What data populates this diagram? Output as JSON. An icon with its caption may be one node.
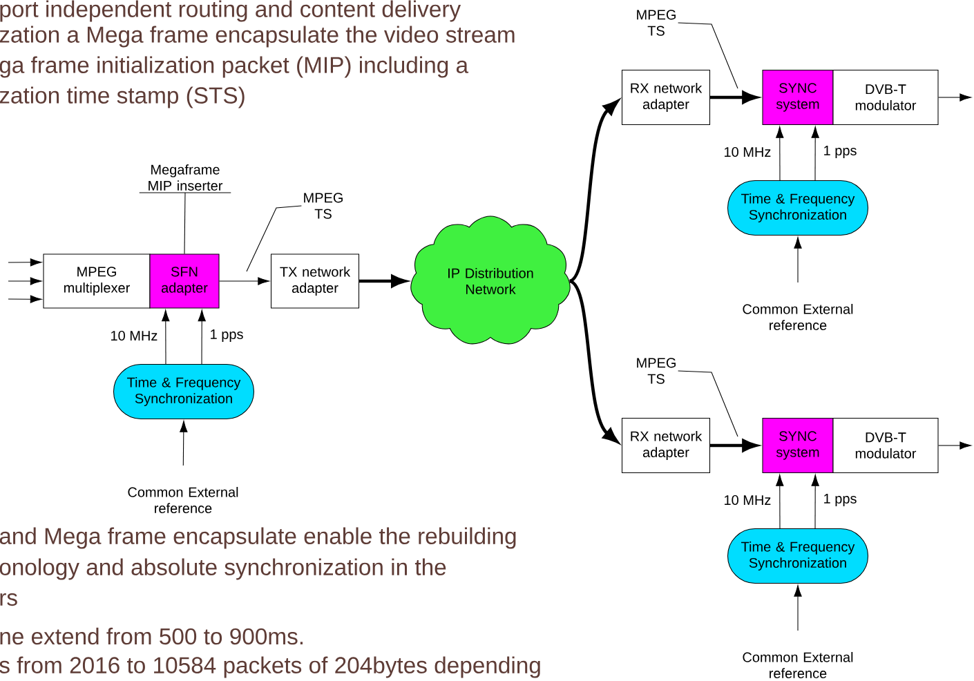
{
  "diagram": {
    "nodes": [
      {
        "text": [
          "MPEG multiplexer"
        ]
      },
      {
        "text": [
          "SFN adapter"
        ]
      },
      {
        "text": [
          "Megaframe MIP inserter"
        ]
      },
      {
        "text": [
          "MPEG TS"
        ]
      },
      {
        "text": [
          "TX network adapter"
        ]
      },
      {
        "text": [
          "IP Distribution Network"
        ]
      },
      {
        "text": [
          "Time & Frequency Synchronization"
        ]
      },
      {
        "text": [
          "Common External reference"
        ]
      },
      {
        "text": [
          "MPEG TS"
        ]
      },
      {
        "text": [
          "RX network adapter"
        ]
      },
      {
        "text": [
          "SYNC system"
        ]
      },
      {
        "text": [
          "DVB-T modulator"
        ]
      },
      {
        "text": [
          "Time & Frequency Synchronization"
        ]
      },
      {
        "text": [
          "Common External reference"
        ]
      },
      {
        "text": [
          "MPEG TS"
        ]
      },
      {
        "text": [
          "RX network adapter"
        ]
      },
      {
        "text": [
          "SYNC system"
        ]
      },
      {
        "text": [
          "DVB-T modulator"
        ]
      },
      {
        "text": [
          "Time & Frequency Synchronization"
        ]
      },
      {
        "text": [
          "Common External reference"
        ]
      }
    ],
    "edges": [
      {
        "from": null,
        "to": 0,
        "arrow": "to"
      },
      {
        "from": null,
        "to": 0,
        "arrow": "to"
      },
      {
        "from": null,
        "to": 0,
        "arrow": "to"
      },
      {
        "from": 2,
        "to": 1,
        "arrow": "none"
      },
      {
        "from": 1,
        "to": 4,
        "arrow": "to"
      },
      {
        "from": 3,
        "to": null,
        "arrow": "none"
      },
      {
        "from": 4,
        "to": 5,
        "arrow": "to",
        "style": "thick"
      },
      {
        "from": 6,
        "to": 1,
        "arrow": "to",
        "label": "10 MHz"
      },
      {
        "from": 6,
        "to": 1,
        "arrow": "to",
        "label": "1 pps"
      },
      {
        "from": 7,
        "to": 6,
        "arrow": "to"
      },
      {
        "from": 5,
        "to": 9,
        "arrow": "to",
        "style": "thick"
      },
      {
        "from": 9,
        "to": 10,
        "arrow": "to",
        "style": "thick"
      },
      {
        "from": 8,
        "to": null,
        "arrow": "none"
      },
      {
        "from": 11,
        "to": null,
        "arrow": "to"
      },
      {
        "from": 12,
        "to": 10,
        "arrow": "to",
        "label": "10 MHz"
      },
      {
        "from": 12,
        "to": 10,
        "arrow": "to",
        "label": "1 pps"
      },
      {
        "from": 13,
        "to": 12,
        "arrow": "to"
      },
      {
        "from": 5,
        "to": 15,
        "arrow": "to",
        "style": "thick"
      },
      {
        "from": 15,
        "to": 16,
        "arrow": "to",
        "style": "thick"
      },
      {
        "from": 14,
        "to": null,
        "arrow": "none"
      },
      {
        "from": 17,
        "to": null,
        "arrow": "to"
      },
      {
        "from": 18,
        "to": 16,
        "arrow": "to",
        "label": "10 MHz"
      },
      {
        "from": 18,
        "to": 16,
        "arrow": "to",
        "label": "1 pps"
      },
      {
        "from": 19,
        "to": 18,
        "arrow": "to"
      }
    ],
    "labels": [
      "port independent routing and content delivery",
      "zation a Mega frame encapsulate the video stream",
      "ga frame initialization packet (MIP) including a",
      "zation time stamp (STS)",
      "and Mega frame encapsulate enable the rebuilding",
      "onology and absolute synchronization in the",
      "rs",
      "ne extend from 500 to 900ms.",
      "s from 2016 to 10584 packets of 204bytes depending"
    ]
  }
}
